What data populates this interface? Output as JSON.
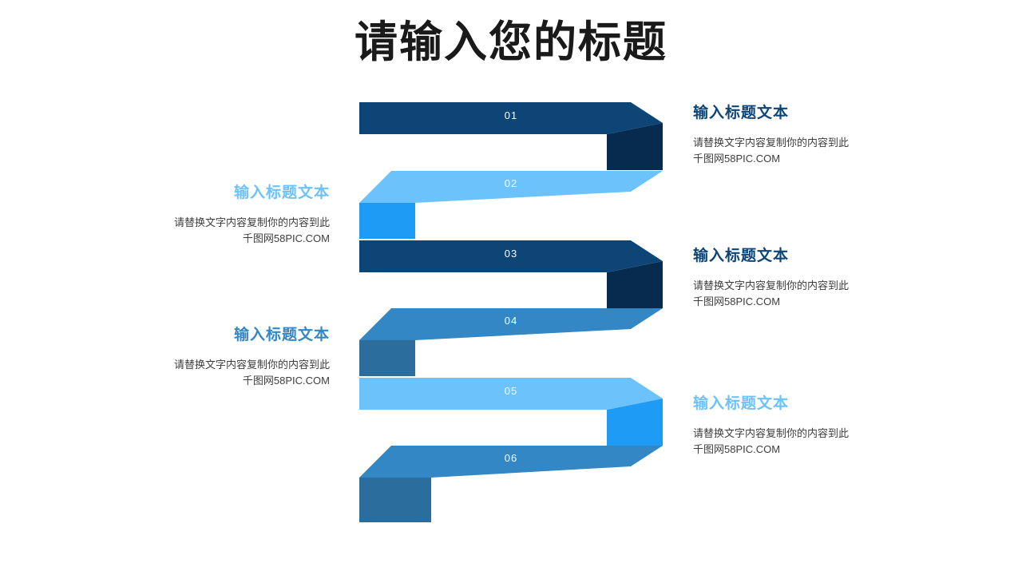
{
  "slide": {
    "title": "请输入您的标题",
    "background": "#ffffff"
  },
  "palette": {
    "navy": "#0C4576",
    "navy_dark": "#072B4F",
    "light_blue": "#6CC2FA",
    "bright_blue": "#1E9BF5",
    "medium_blue": "#3287C4",
    "medium_blue_dark": "#2B6E9E",
    "title_text": "#1a1a1a",
    "body_text": "#3d3d3d",
    "number_text": "#ffffff"
  },
  "chart_data": {
    "type": "diagram",
    "title": "请输入您的标题",
    "subtype": "zigzag-ribbon-process",
    "step_count": 6,
    "steps": [
      {
        "number": "01",
        "side": "right",
        "band_color": "#0C4576",
        "fold_color": "#072B4F",
        "title_color": "#0C4576"
      },
      {
        "number": "02",
        "side": "left",
        "band_color": "#6CC2FA",
        "fold_color": "#1E9BF5",
        "title_color": "#6CC2FA"
      },
      {
        "number": "03",
        "side": "right",
        "band_color": "#0C4576",
        "fold_color": "#072B4F",
        "title_color": "#0C4576"
      },
      {
        "number": "04",
        "side": "left",
        "band_color": "#3287C4",
        "fold_color": "#2B6E9E",
        "title_color": "#3287C4"
      },
      {
        "number": "05",
        "side": "right",
        "band_color": "#6CC2FA",
        "fold_color": "#1E9BF5",
        "title_color": "#6CC2FA"
      },
      {
        "number": "06",
        "side": "left",
        "band_color": "#3287C4",
        "fold_color": "#2B6E9E",
        "title_color": "#3287C4"
      }
    ]
  },
  "ribbons": [
    {
      "number": "01"
    },
    {
      "number": "02"
    },
    {
      "number": "03"
    },
    {
      "number": "04"
    },
    {
      "number": "05"
    },
    {
      "number": "06"
    }
  ],
  "blocks": [
    {
      "id": "block-01",
      "side": "right",
      "title": "输入标题文本",
      "body_line1": "请替换文字内容复制你的内容到此",
      "body_line2": "千图网58PIC.COM"
    },
    {
      "id": "block-02",
      "side": "left",
      "title": "输入标题文本",
      "body_line1": "请替换文字内容复制你的内容到此",
      "body_line2": "千图网58PIC.COM"
    },
    {
      "id": "block-03",
      "side": "right",
      "title": "输入标题文本",
      "body_line1": "请替换文字内容复制你的内容到此",
      "body_line2": "千图网58PIC.COM"
    },
    {
      "id": "block-04",
      "side": "left",
      "title": "输入标题文本",
      "body_line1": "请替换文字内容复制你的内容到此",
      "body_line2": "千图网58PIC.COM"
    },
    {
      "id": "block-05",
      "side": "right",
      "title": "输入标题文本",
      "body_line1": "请替换文字内容复制你的内容到此",
      "body_line2": "千图网58PIC.COM"
    }
  ]
}
